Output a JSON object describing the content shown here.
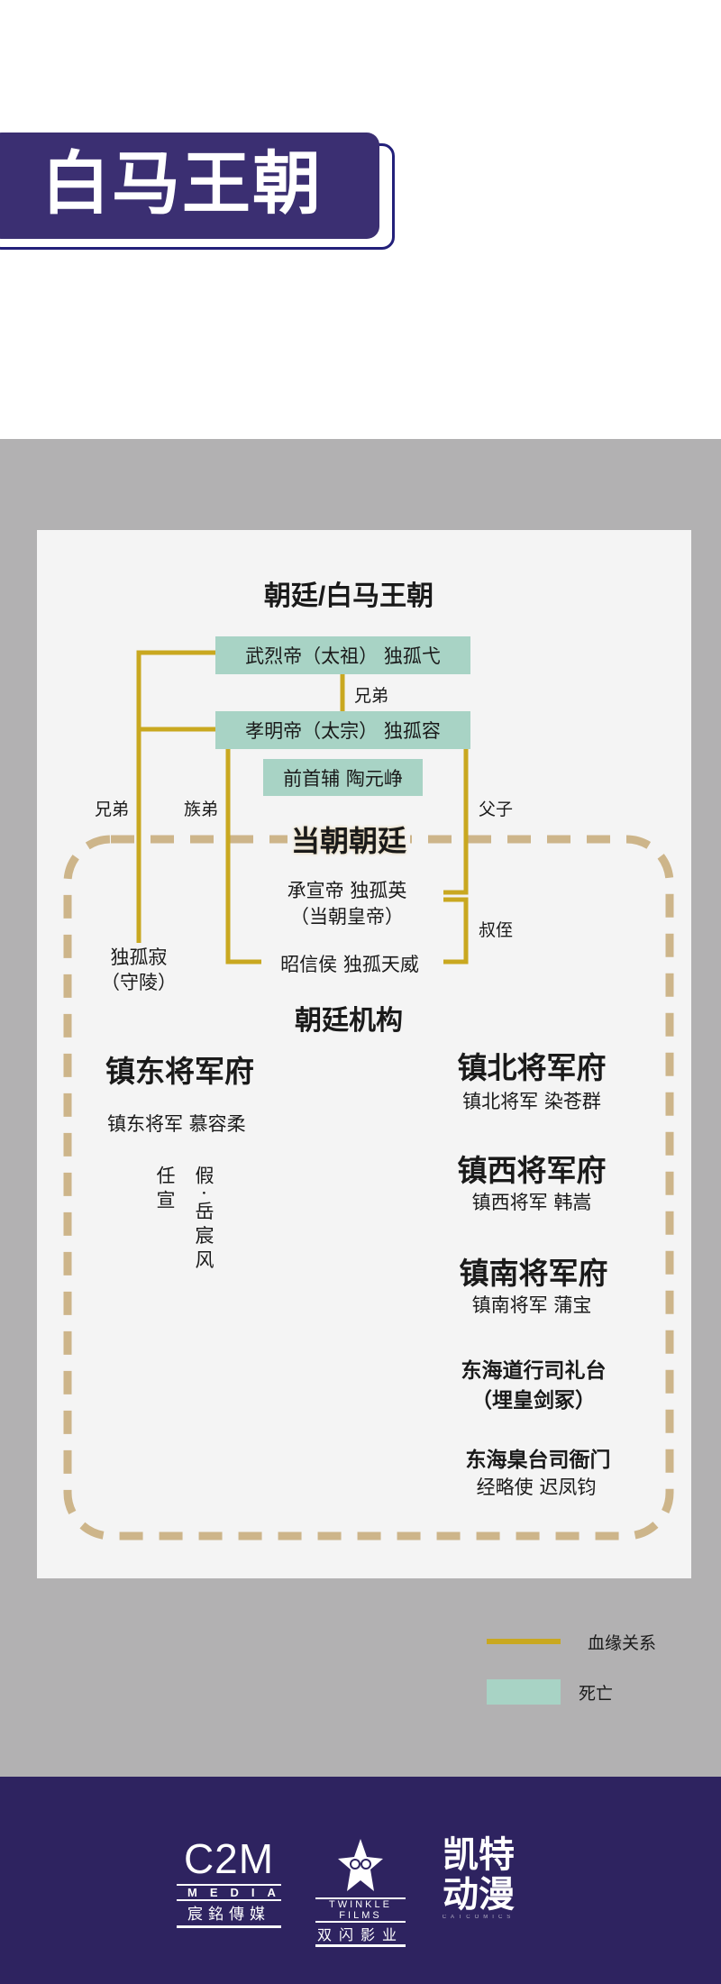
{
  "header": {
    "title": "白马王朝"
  },
  "diagram": {
    "heading": "朝廷/白马王朝",
    "persons": {
      "wulie": "武烈帝（太祖） 独孤弋",
      "xiaoming": "孝明帝（太宗） 独孤容",
      "former_minister": "前首辅 陶元峥",
      "chengxuan_name": "承宣帝 独孤英",
      "chengxuan_title": "（当朝皇帝）",
      "zhaoxin": "昭信侯 独孤天威",
      "duguji_name": "独孤寂",
      "duguji_title": "（守陵）"
    },
    "relations": {
      "brothers_top": "兄弟",
      "brothers_left": "兄弟",
      "clan_brother": "族弟",
      "father_son": "父子",
      "uncle_nephew": "叔侄"
    },
    "current_court": "当朝朝廷",
    "institutions_heading": "朝廷机构",
    "east": {
      "title": "镇东将军府",
      "general": "镇东将军 慕容柔",
      "col1": "任宣",
      "col2": "假·岳宸风"
    },
    "north": {
      "title": "镇北将军府",
      "general": "镇北将军 染苍群"
    },
    "west": {
      "title": "镇西将军府",
      "general": "镇西将军 韩嵩"
    },
    "south": {
      "title": "镇南将军府",
      "general": "镇南将军 蒲宝"
    },
    "ritual": {
      "title": "东海道行司礼台",
      "sub": "（埋皇剑冢）"
    },
    "judicial": {
      "title": "东海臬台司衙门",
      "sub": "经略使 迟凤钧"
    }
  },
  "legend": [
    {
      "label": "血缘关系",
      "kind": "line",
      "color": "#c9a820"
    },
    {
      "label": "死亡",
      "kind": "box",
      "color": "#a8d3c5"
    }
  ],
  "footer": {
    "logos": [
      {
        "name": "C2M",
        "sub": "MEDIA",
        "cn": "宸銘傳媒"
      },
      {
        "name": "TWINKLE FILMS",
        "cn": "双闪影业"
      },
      {
        "name": "凯特动漫",
        "sub": "CATCOMICS"
      }
    ]
  },
  "colors": {
    "accent_purple": "#3b2f72",
    "footer": "#2e2360",
    "blood_line": "#c9a820",
    "dead": "#a8d3c5",
    "dash": "#cdb58a",
    "band": "#b2b1b2"
  }
}
